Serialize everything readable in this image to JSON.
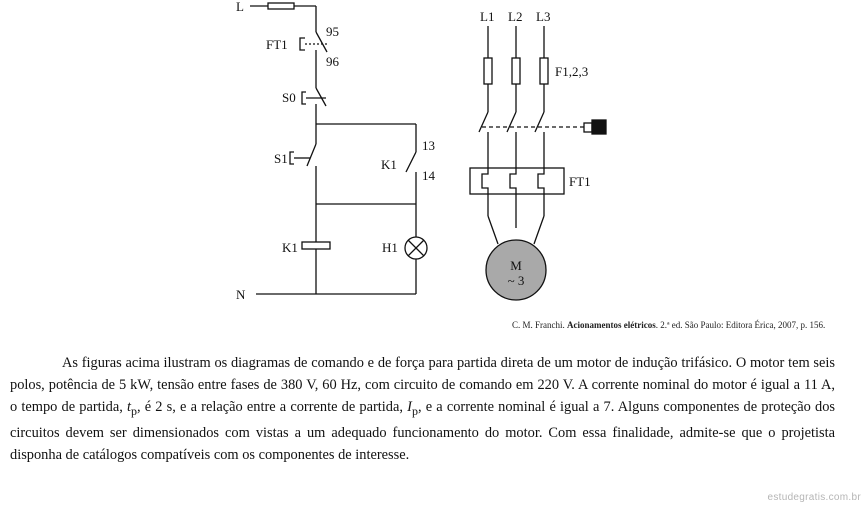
{
  "command_diagram": {
    "line_L": "L",
    "line_N": "N",
    "overload_contact": "FT1",
    "terminal_95": "95",
    "terminal_96": "96",
    "stop_button": "S0",
    "start_button": "S1",
    "aux_contact": "K1",
    "terminal_13": "13",
    "terminal_14": "14",
    "coil": "K1",
    "lamp": "H1"
  },
  "power_diagram": {
    "phase_1": "L1",
    "phase_2": "L2",
    "phase_3": "L3",
    "fuses": "F1,2,3",
    "overload_relay": "FT1",
    "motor_line1": "M",
    "motor_line2": "~ 3"
  },
  "citation": {
    "author": "C. M. Franchi. ",
    "title": "Acionamentos elétricos",
    "rest": ". 2.ª ed. São Paulo: Editora Érica, 2007, p. 156."
  },
  "paragraph": {
    "s1": "As figuras acima ilustram os diagramas de comando e de força para partida direta de um motor de indução trifásico. O motor tem seis polos, potência de 5 kW, tensão entre fases de 380 V, 60 Hz, com circuito de comando em 220 V. A corrente nominal do motor é igual a 11 A, o tempo de partida, ",
    "tp_var": "t",
    "tp_sub": "p",
    "s2": ", é 2 s, e a relação entre a corrente de partida, ",
    "ip_var": "I",
    "ip_sub": "p",
    "s3": ", e a corrente nominal é igual a 7. Alguns componentes de proteção dos circuitos devem ser dimensionados com vistas a um adequado funcionamento do motor. Com essa finalidade, admite-se que o projetista disponha de catálogos compatíveis com os componentes de interesse."
  },
  "watermark": "estudegratis.com.br"
}
